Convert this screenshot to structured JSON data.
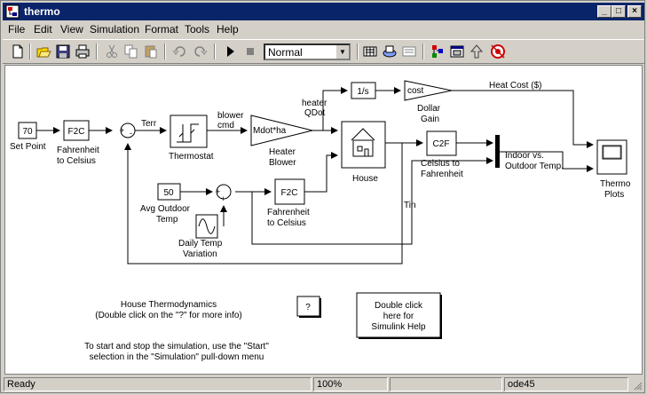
{
  "window": {
    "title": "thermo"
  },
  "menu": [
    "File",
    "Edit",
    "View",
    "Simulation",
    "Format",
    "Tools",
    "Help"
  ],
  "toolbar": {
    "sim_mode": "Normal",
    "icons": [
      "new-icon",
      "open-icon",
      "save-icon",
      "print-icon",
      "cut-icon",
      "copy-icon",
      "paste-icon",
      "undo-icon",
      "redo-icon",
      "start-icon",
      "stop-icon",
      "build-icon",
      "update-diagram-icon",
      "library-browser-icon",
      "model-explorer-icon",
      "debugger-icon",
      "parent-icon",
      "profiler-icon"
    ]
  },
  "blocks": {
    "setpoint_value": "70",
    "setpoint_label": "Set Point",
    "f2c_a": "F2C",
    "f2c_a_label1": "Fahrenheit",
    "f2c_a_label2": "to Celsius",
    "sum1_signs": "+ -",
    "thermostat_label": "Thermostat",
    "blower_cmd1": "blower",
    "blower_cmd2": "cmd",
    "gain_text": "Mdot*ha",
    "heater_label1": "Heater",
    "heater_label2": "Blower",
    "heater_qdot1": "heater",
    "heater_qdot2": "QDot",
    "integrator": "1/s",
    "cost_text": "cost",
    "dollar1": "Dollar",
    "dollar2": "Gain",
    "heatcost_label": "Heat Cost ($)",
    "house_label": "House",
    "c2f": "C2F",
    "c2f_label1": "Celsius to",
    "c2f_label2": "Fahrenheit",
    "mux_label1": "Indoor vs.",
    "mux_label2": "Outdoor Temp.",
    "scope_label1": "Thermo",
    "scope_label2": "Plots",
    "avg_value": "50",
    "avg_label1": "Avg Outdoor",
    "avg_label2": "Temp",
    "f2c_b": "F2C",
    "f2c_b_label1": "Fahrenheit",
    "f2c_b_label2": "to Celsius",
    "daily1": "Daily Temp",
    "daily2": "Variation",
    "terr": "Terr",
    "tin": "Tin",
    "help_q": "?",
    "house_thermo1": "House Thermodynamics",
    "house_thermo2": "(Double click on the \"?\" for more info)",
    "dbl1": "Double click",
    "dbl2": "here for",
    "dbl3": "Simulink Help",
    "instr1": "To start and stop the simulation, use the \"Start\"",
    "instr2": "selection in the \"Simulation\" pull-down menu"
  },
  "status": {
    "state": "Ready",
    "zoom": "100%",
    "solver": "ode45"
  }
}
